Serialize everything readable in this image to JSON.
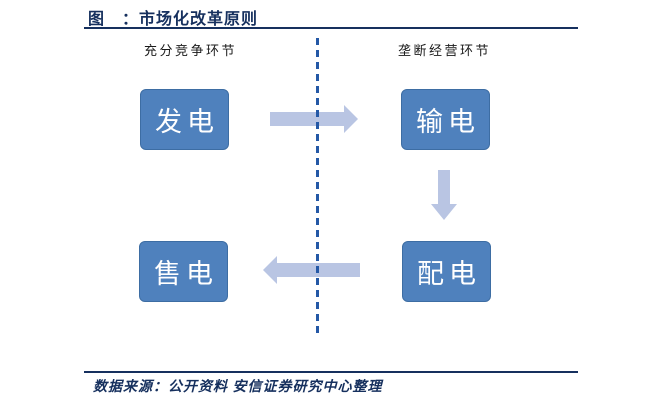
{
  "colors": {
    "accent_dark": "#16305E",
    "node_fill": "#4F81BD",
    "node_border": "#3D6DA3",
    "node_text": "#FFFFFF",
    "arrow_fill": "#B9C5E3",
    "divider": "#2458A6",
    "label_text": "#1A1A1A"
  },
  "header": {
    "title": "图　：市场化改革原则"
  },
  "sections": {
    "left_label": "充分竞争环节",
    "right_label": "垄断经营环节"
  },
  "nodes": [
    {
      "id": "generation",
      "label": "发电"
    },
    {
      "id": "transmission",
      "label": "输电"
    },
    {
      "id": "distribution",
      "label": "配电"
    },
    {
      "id": "sales",
      "label": "售电"
    }
  ],
  "arrows": [
    {
      "from": "发电",
      "to": "输电",
      "direction": "right"
    },
    {
      "from": "输电",
      "to": "配电",
      "direction": "down"
    },
    {
      "from": "配电",
      "to": "售电",
      "direction": "left"
    }
  ],
  "footer": {
    "source": "数据来源：公开资料 安信证券研究中心整理"
  }
}
